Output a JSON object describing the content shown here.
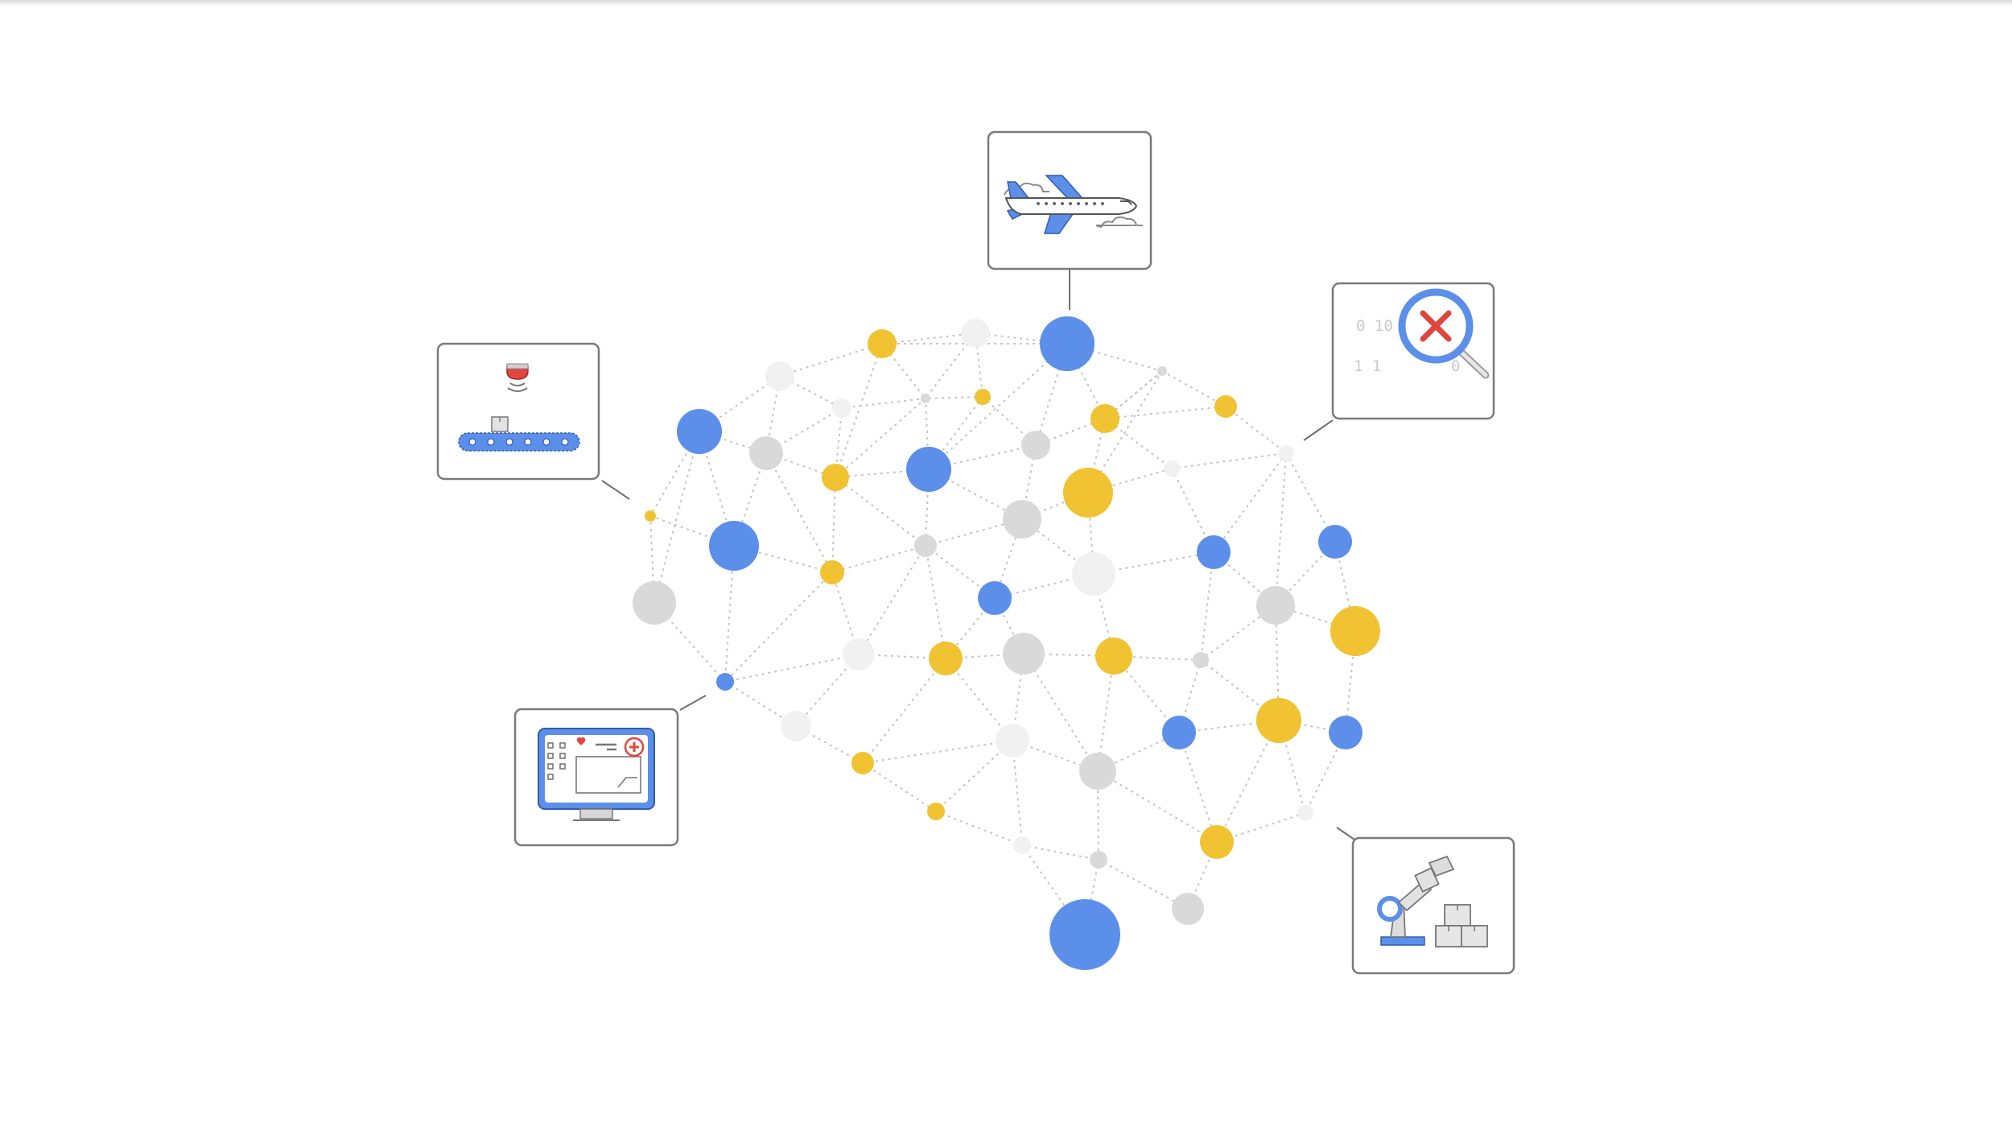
{
  "palette": {
    "blue": "#5b8fea",
    "yellow": "#f1c232",
    "gray": "#d9d9d9",
    "light": "#f1f1f1",
    "red": "#e0463e",
    "line": "#7a7a7a"
  },
  "cards": [
    {
      "id": "airplane",
      "icon": "airplane-icon"
    },
    {
      "id": "anomaly",
      "icon": "magnifier-error-icon",
      "binary": [
        "0  10",
        "1 1",
        "0"
      ]
    },
    {
      "id": "conveyor",
      "icon": "conveyor-sensor-icon"
    },
    {
      "id": "monitor",
      "icon": "medical-monitor-icon"
    },
    {
      "id": "robot",
      "icon": "robot-arm-boxes-icon"
    }
  ]
}
